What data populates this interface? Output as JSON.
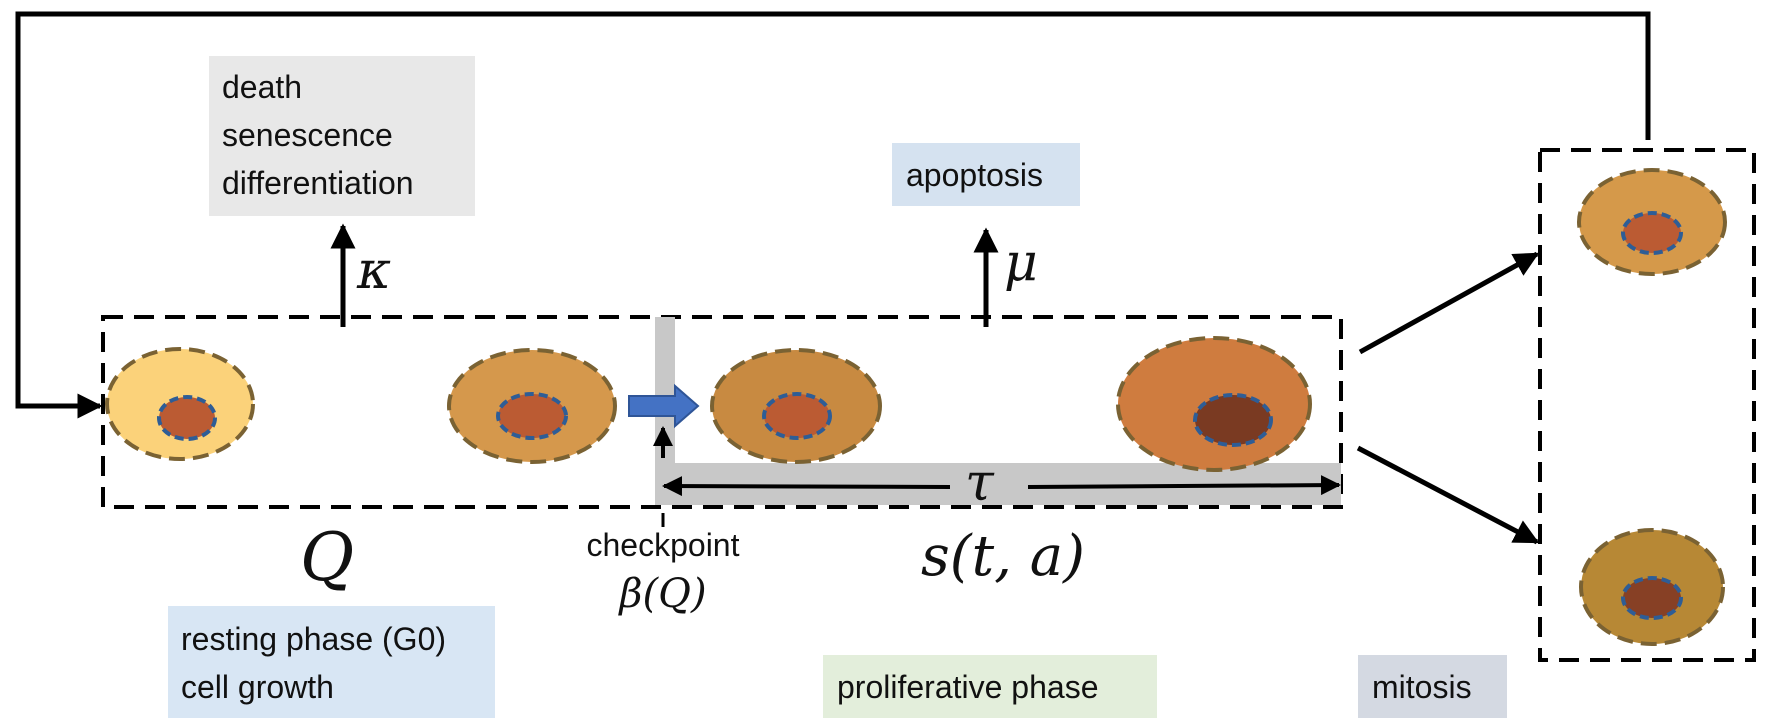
{
  "labels": {
    "fates": [
      "death",
      "senescence",
      "differentiation"
    ],
    "apoptosis": "apoptosis",
    "resting": [
      "resting phase (G0)",
      "cell growth"
    ],
    "proliferative": "proliferative phase",
    "mitosis": "mitosis",
    "checkpoint": "checkpoint"
  },
  "math": {
    "kappa": "κ",
    "mu": "μ",
    "tau": "τ",
    "Q": "Q",
    "beta_q": "β(Q)",
    "s_ta": "s(t, a)"
  },
  "colors": {
    "cell_outline": "#7a6233",
    "nucleus_outline": "#2e5d96",
    "cell_light": "#fbd27a",
    "cell_mid": "#d5984c",
    "cell_brown": "#c88a41",
    "cell_orange": "#cf7c3f",
    "cell_daughter_top": "#d5994a",
    "cell_daughter_bottom": "#b78835",
    "nucleus_orange": "#bb5b33",
    "nucleus_dark": "#7a3a22",
    "nucleus_daughter_bottom": "#874025",
    "transition_arrow": "#4472c4",
    "checkpoint_bar": "#c8c8c8"
  }
}
